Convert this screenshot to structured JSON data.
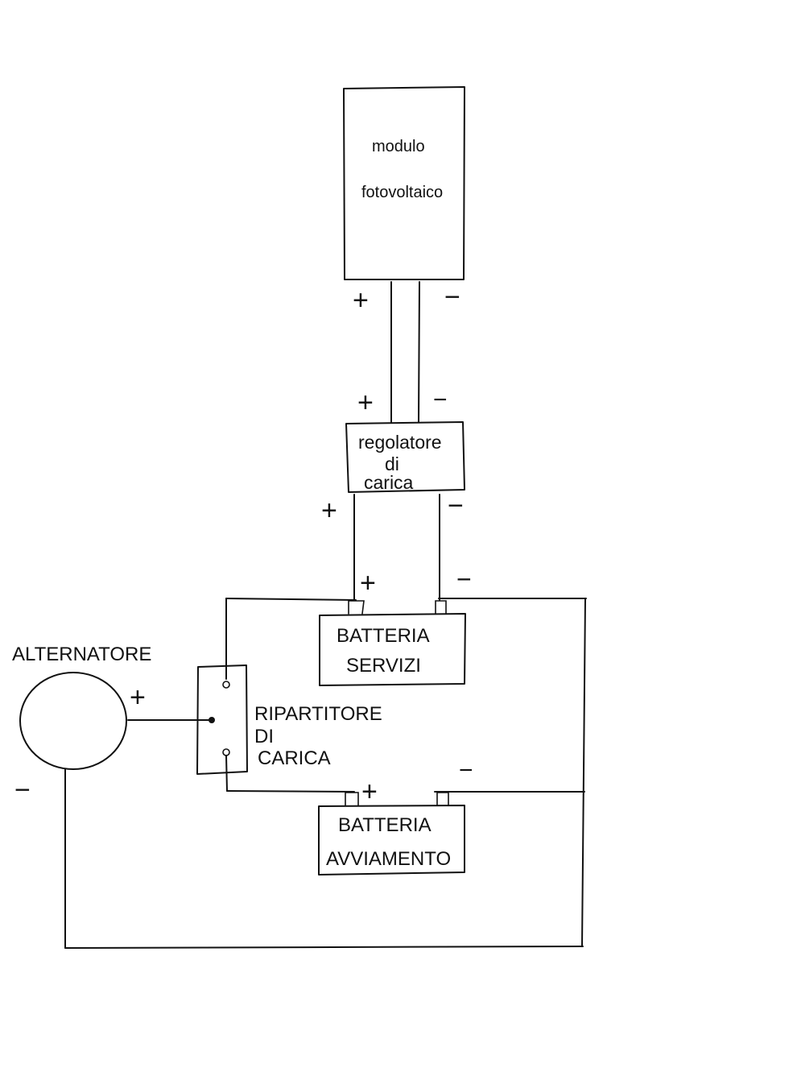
{
  "panel": {
    "line1": "modulo",
    "line2": "fotovoltaico"
  },
  "regulator": {
    "line1": "regolatore",
    "line2": "di",
    "line3": "carica"
  },
  "battery_services": {
    "line1": "BATTERIA",
    "line2": "SERVIZI"
  },
  "battery_start": {
    "line1": "BATTERIA",
    "line2": "AVVIAMENTO"
  },
  "alternator": {
    "label": "ALTERNATORE"
  },
  "splitter": {
    "line1": "RIPARTITORE",
    "line2": "DI",
    "line3": "CARICA"
  },
  "signs": {
    "plus": "+",
    "minus": "−"
  },
  "colors": {
    "ink": "#111111",
    "background": "#ffffff"
  }
}
